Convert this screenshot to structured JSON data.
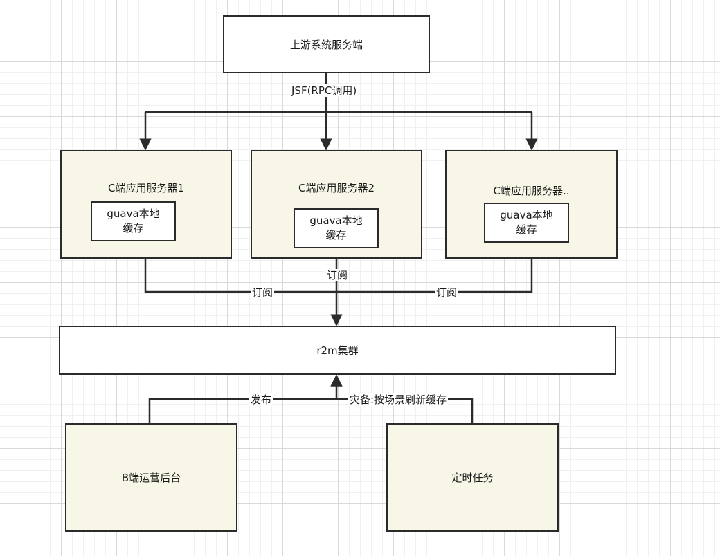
{
  "nodes": {
    "upstream": "上游系统服务端",
    "server1": {
      "title": "C端应用服务器1",
      "cache": "guava本地\n缓存"
    },
    "server2": {
      "title": "C端应用服务器2",
      "cache": "guava本地\n缓存"
    },
    "server3": {
      "title": "C端应用服务器..",
      "cache": "guava本地\n缓存"
    },
    "r2m": "r2m集群",
    "b_ops": "B端运营后台",
    "timer": "定时任务"
  },
  "edges": {
    "rpc": "JSF(RPC调用)",
    "subscribe_left": "订阅",
    "subscribe_mid": "订阅",
    "subscribe_right": "订阅",
    "publish": "发布",
    "backup": "灾备:按场景刷新缓存"
  },
  "colors": {
    "line": "#2b2b2b",
    "node_fill_white": "#ffffff",
    "node_fill_cream": "#f8f6e6"
  }
}
